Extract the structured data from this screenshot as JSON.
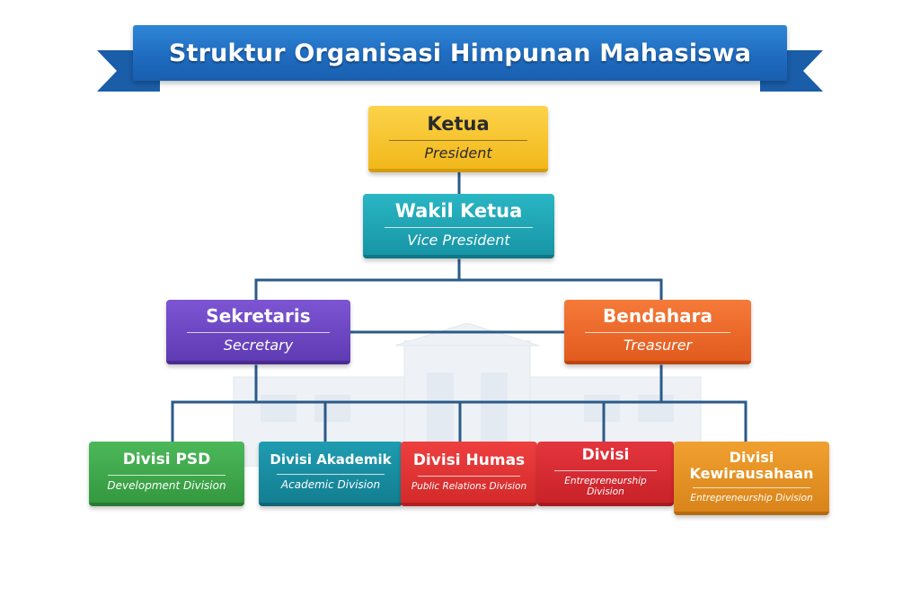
{
  "banner": {
    "title": "Struktur Organisasi Himpunan Mahasiswa"
  },
  "colors": {
    "banner": "#1f6cc0",
    "ketua": "#f2b81b",
    "wakil_ketua": "#1795a6",
    "sekretaris": "#5f3bb4",
    "bendahara": "#e25b1e",
    "divisi_psd": "#34983f",
    "divisi_akademik": "#137f92",
    "divisi_humas": "#d42a2a",
    "divisi_entrepreneurship": "#c92229",
    "divisi_kewirausahaan": "#d9841a",
    "connector": "#2b5a8a"
  },
  "nodes": {
    "ketua": {
      "title": "Ketua",
      "subtitle": "President"
    },
    "wakil_ketua": {
      "title": "Wakil Ketua",
      "subtitle": "Vice President"
    },
    "sekretaris": {
      "title": "Sekretaris",
      "subtitle": "Secretary"
    },
    "bendahara": {
      "title": "Bendahara",
      "subtitle": "Treasurer"
    },
    "divisi_psd": {
      "title": "Divisi PSD",
      "subtitle": "Development Division"
    },
    "divisi_akademik": {
      "title": "Divisi Akademik",
      "subtitle": "Academic Division"
    },
    "divisi_humas": {
      "title": "Divisi Humas",
      "subtitle": "Public Relations Division"
    },
    "divisi_entrepreneurship": {
      "title": "Divisi",
      "subtitle": "Entrepreneurship Division"
    },
    "divisi_kewirausahaan": {
      "title": "Divisi Kewirausahaan",
      "subtitle": "Entrepreneurship Division"
    }
  }
}
